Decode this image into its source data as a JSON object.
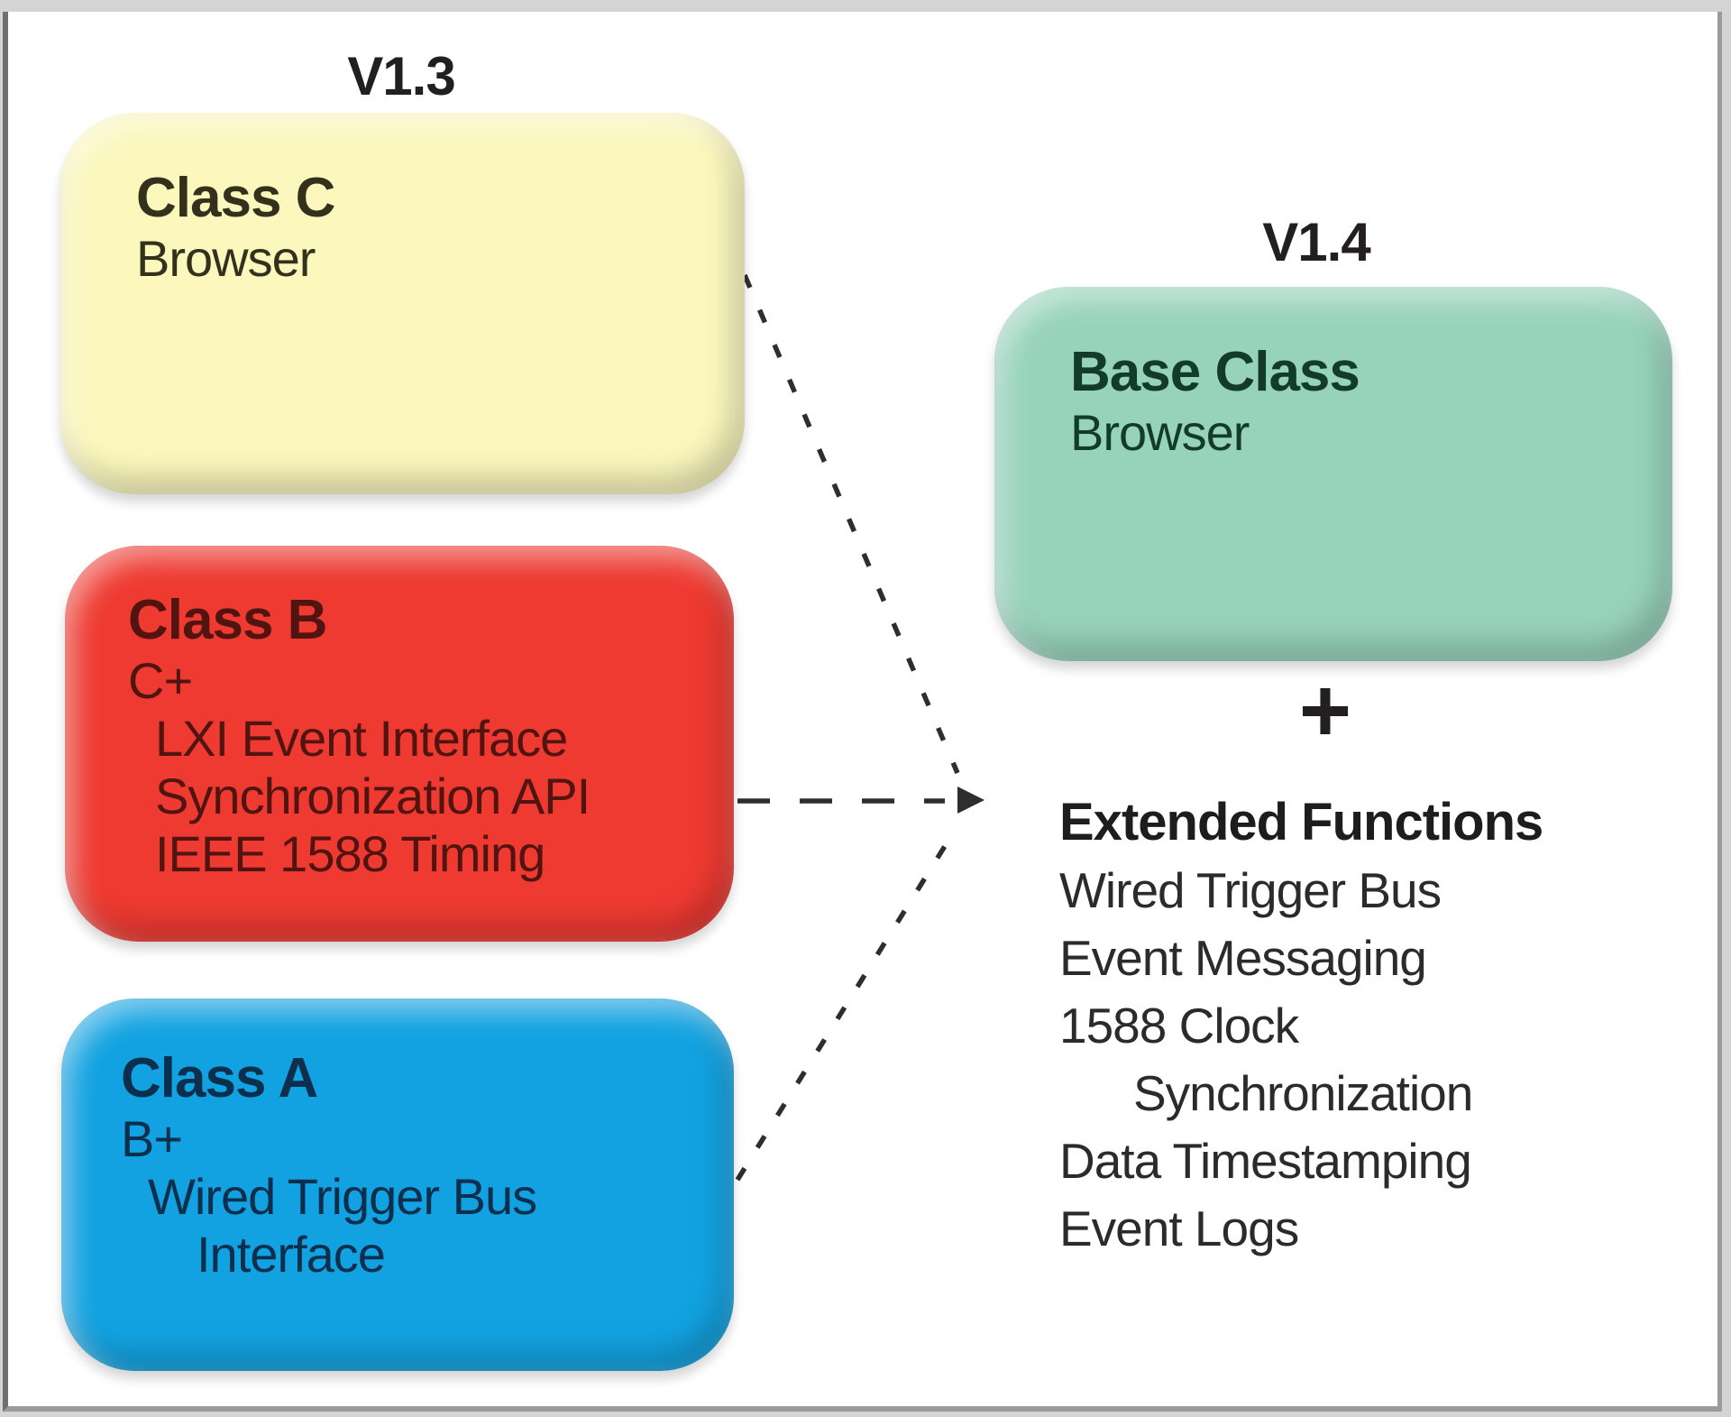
{
  "frame": {
    "outer_bg": "#d4d4d4",
    "panel_bg": "#ffffff",
    "border_color": "#8a8a8a"
  },
  "left_column": {
    "version_label": "V1.3",
    "boxes": [
      {
        "id": "class-c",
        "title": "Class C",
        "fill": "#fbf7bd",
        "text_color": "#33301b",
        "lines": [
          {
            "text": "Browser",
            "indent": 0
          }
        ]
      },
      {
        "id": "class-b",
        "title": "Class B",
        "fill": "#ee3a31",
        "text_color": "#511410",
        "lines": [
          {
            "text": "C+",
            "indent": 0
          },
          {
            "text": "LXI Event Interface",
            "indent": 1
          },
          {
            "text": "Synchronization API",
            "indent": 1
          },
          {
            "text": "IEEE 1588 Timing",
            "indent": 1
          }
        ]
      },
      {
        "id": "class-a",
        "title": "Class A",
        "fill": "#12a2e1",
        "text_color": "#0c2f4e",
        "lines": [
          {
            "text": "B+",
            "indent": 0
          },
          {
            "text": "Wired Trigger Bus",
            "indent": 1
          },
          {
            "text": "Interface",
            "indent": 2
          }
        ]
      }
    ]
  },
  "right_column": {
    "version_label": "V1.4",
    "box": {
      "id": "base-class",
      "title": "Base Class",
      "fill": "#97d3bc",
      "text_color": "#123b2b",
      "lines": [
        {
          "text": "Browser",
          "indent": 0
        }
      ]
    },
    "plus_sign": "+",
    "extended": {
      "title": "Extended Functions",
      "items": [
        {
          "text": "Wired Trigger Bus",
          "indent": 0
        },
        {
          "text": "Event Messaging",
          "indent": 0
        },
        {
          "text": "1588 Clock",
          "indent": 0
        },
        {
          "text": "Synchronization",
          "indent": 1
        },
        {
          "text": "Data Timestamping",
          "indent": 0
        },
        {
          "text": "Event Logs",
          "indent": 0
        }
      ]
    }
  },
  "connector": {
    "color": "#2e2e2e"
  }
}
